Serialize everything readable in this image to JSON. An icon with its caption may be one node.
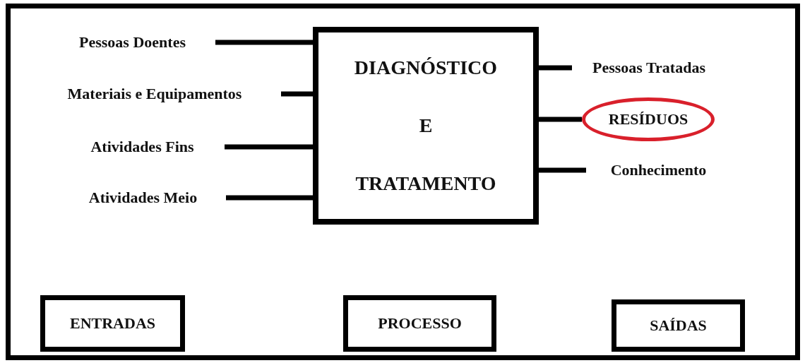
{
  "diagram": {
    "nodes": [
      {
        "text": [
          "Pessoas Doentes"
        ]
      },
      {
        "text": [
          "Materiais e Equipamentos"
        ]
      },
      {
        "text": [
          "Atividades Fins"
        ]
      },
      {
        "text": [
          "Atividades Meio"
        ]
      },
      {
        "text": [
          "DIAGNÓSTICO E TRATAMENTO"
        ]
      },
      {
        "text": [
          "Pessoas Tratadas"
        ]
      },
      {
        "text": [
          "RESÍDUOS"
        ]
      },
      {
        "text": [
          "Conhecimento"
        ]
      },
      {
        "text": [
          "ENTRADAS"
        ]
      },
      {
        "text": [
          "PROCESSO"
        ]
      },
      {
        "text": [
          "SAÍDAS"
        ]
      }
    ],
    "edges": [
      {
        "from": 0,
        "to": 4,
        "arrow": "none"
      },
      {
        "from": 1,
        "to": 4,
        "arrow": "none"
      },
      {
        "from": 2,
        "to": 4,
        "arrow": "none"
      },
      {
        "from": 3,
        "to": 4,
        "arrow": "none"
      },
      {
        "from": 4,
        "to": 5,
        "arrow": "none"
      },
      {
        "from": 4,
        "to": 6,
        "arrow": "none"
      },
      {
        "from": 4,
        "to": 7,
        "arrow": "none"
      }
    ]
  }
}
